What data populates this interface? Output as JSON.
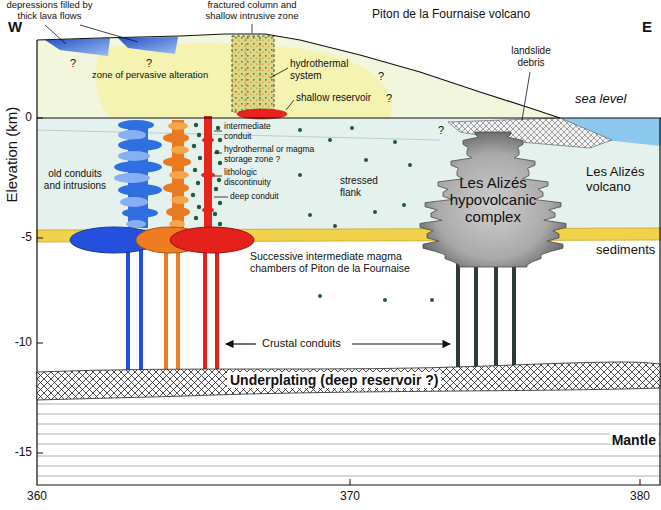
{
  "diagram": {
    "nodes": [
      {
        "text": [
          "Les Alizés hypovolcanic complex"
        ]
      },
      {
        "text": [
          "Underplating (deep reservoir ?)"
        ]
      }
    ],
    "labels": [
      "W",
      "depressions filled by thick lava flows",
      "fractured column and shallow intrusive zone",
      "Piton de la Fournaise volcano",
      "E",
      "zone of pervasive alteration",
      "hydrothermal system",
      "landslide debris",
      "?",
      "?",
      "?",
      "?",
      "?",
      "Elevation (km)",
      "sea level",
      "shallow reservoir",
      "0",
      "intermediate conduit",
      "hydrothermal or magma storage zone ?",
      "old conduits and intrusions",
      "lithologic discontinuity",
      "stressed flank",
      "deep conduit",
      "Les Alizés volcano",
      "-5",
      "sediments",
      "Successive intermediate magma chambers of Piton de la Fournaise",
      "-10",
      "Crustal conduits",
      "-15",
      "Mantle",
      "360",
      "370",
      "380"
    ]
  }
}
